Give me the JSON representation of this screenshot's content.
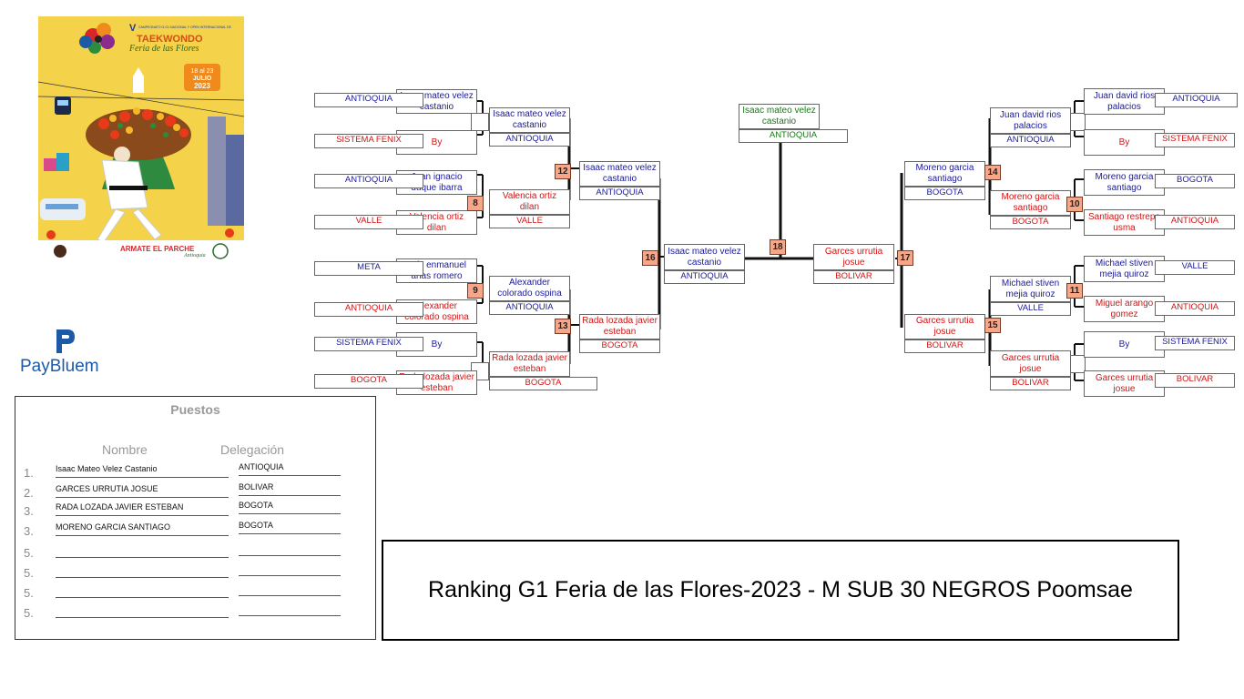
{
  "poster": {
    "roman": "V",
    "subtitle": "CAMPEONATO G-G1 NACIONAL Y OPEN INTERNACIONAL DE",
    "sport": "TAEKWONDO",
    "event": "Feria de las Flores",
    "dates": "18 al 23",
    "month": "JULIO",
    "year": "2023",
    "slogan": "ARMATE EL PARCHE",
    "footer_script": "Antioquia"
  },
  "brand": {
    "name": "PayBluem",
    "color": "#1c5aa8"
  },
  "colors": {
    "blue": "#1a1a9a",
    "red": "#d11414",
    "green": "#157a15",
    "match_badge": "#f7a789"
  },
  "bracket": {
    "left": {
      "r1": [
        {
          "name": "Isaac mateo velez castanio",
          "del": "ANTIOQUIA",
          "color": "blue"
        },
        {
          "name": "By",
          "del": "SISTEMA FENIX",
          "color": "red"
        },
        {
          "name": "Juan ignacio duque ibarra",
          "del": "ANTIOQUIA",
          "color": "blue"
        },
        {
          "name": "Valencia ortiz dilan",
          "del": "VALLE",
          "color": "red"
        },
        {
          "name": "Luis enmanuel arias romero",
          "del": "META",
          "color": "blue"
        },
        {
          "name": "Alexander colorado ospina",
          "del": "ANTIOQUIA",
          "color": "red"
        },
        {
          "name": "By",
          "del": "SISTEMA FENIX",
          "color": "blue"
        },
        {
          "name": "Rada lozada javier esteban",
          "del": "BOGOTA",
          "color": "red"
        }
      ],
      "r2": [
        {
          "name": "Isaac mateo velez castanio",
          "del": "ANTIOQUIA",
          "color": "blue"
        },
        {
          "name": "Valencia ortiz dilan",
          "del": "VALLE",
          "color": "red"
        },
        {
          "name": "Alexander colorado ospina",
          "del": "ANTIOQUIA",
          "color": "blue"
        },
        {
          "name": "Rada lozada javier esteban",
          "del": "BOGOTA",
          "color": "red"
        }
      ],
      "r3": [
        {
          "name": "Isaac mateo velez castanio",
          "del": "ANTIOQUIA",
          "color": "blue"
        },
        {
          "name": "Rada lozada javier esteban",
          "del": "BOGOTA",
          "color": "red"
        }
      ],
      "semi": {
        "name": "Isaac mateo velez castanio",
        "del": "ANTIOQUIA",
        "color": "blue"
      }
    },
    "right": {
      "r1": [
        {
          "name": "Juan david rios palacios",
          "del": "ANTIOQUIA",
          "color": "blue"
        },
        {
          "name": "By",
          "del": "SISTEMA FENIX",
          "color": "red"
        },
        {
          "name": "Moreno garcia santiago",
          "del": "BOGOTA",
          "color": "blue"
        },
        {
          "name": "Santiago restrepo usma",
          "del": "ANTIOQUIA",
          "color": "red"
        },
        {
          "name": "Michael stiven mejia quiroz",
          "del": "VALLE",
          "color": "blue"
        },
        {
          "name": "Miguel arango gomez",
          "del": "ANTIOQUIA",
          "color": "red"
        },
        {
          "name": "By",
          "del": "SISTEMA FENIX",
          "color": "blue"
        },
        {
          "name": "Garces urrutia josue",
          "del": "BOLIVAR",
          "color": "red"
        }
      ],
      "r2": [
        {
          "name": "Juan david rios palacios",
          "del": "ANTIOQUIA",
          "color": "blue"
        },
        {
          "name": "Moreno garcia santiago",
          "del": "BOGOTA",
          "color": "red"
        },
        {
          "name": "Michael stiven mejia quiroz",
          "del": "VALLE",
          "color": "blue"
        },
        {
          "name": "Garces urrutia josue",
          "del": "BOLIVAR",
          "color": "red"
        }
      ],
      "r3": [
        {
          "name": "Moreno garcia santiago",
          "del": "BOGOTA",
          "color": "blue"
        },
        {
          "name": "Garces urrutia josue",
          "del": "BOLIVAR",
          "color": "red"
        }
      ],
      "semi": {
        "name": "Garces urrutia josue",
        "del": "BOLIVAR",
        "color": "red"
      }
    },
    "champion": {
      "name": "Isaac mateo velez castanio",
      "del": "ANTIOQUIA",
      "color": "green"
    },
    "match_numbers": {
      "m8": "8",
      "m9": "9",
      "m10": "10",
      "m11": "11",
      "m12": "12",
      "m13": "13",
      "m14": "14",
      "m15": "15",
      "m16": "16",
      "m17": "17",
      "m18": "18"
    }
  },
  "results": {
    "title": "Puestos",
    "col_name": "Nombre",
    "col_del": "Delegación",
    "rows": [
      {
        "rank": "1.",
        "name": "Isaac Mateo Velez Castanio",
        "del": "ANTIOQUIA"
      },
      {
        "rank": "2.",
        "name": "GARCES URRUTIA JOSUE",
        "del": "BOLIVAR"
      },
      {
        "rank": "3.",
        "name": "RADA LOZADA JAVIER ESTEBAN",
        "del": "BOGOTA"
      },
      {
        "rank": "3.",
        "name": "MORENO GARCIA SANTIAGO",
        "del": "BOGOTA"
      },
      {
        "rank": "5.",
        "name": "",
        "del": ""
      },
      {
        "rank": "5.",
        "name": "",
        "del": ""
      },
      {
        "rank": "5.",
        "name": "",
        "del": ""
      },
      {
        "rank": "5.",
        "name": "",
        "del": ""
      }
    ]
  },
  "title": "Ranking G1 Feria de las Flores-2023 - M SUB 30 NEGROS Poomsae"
}
